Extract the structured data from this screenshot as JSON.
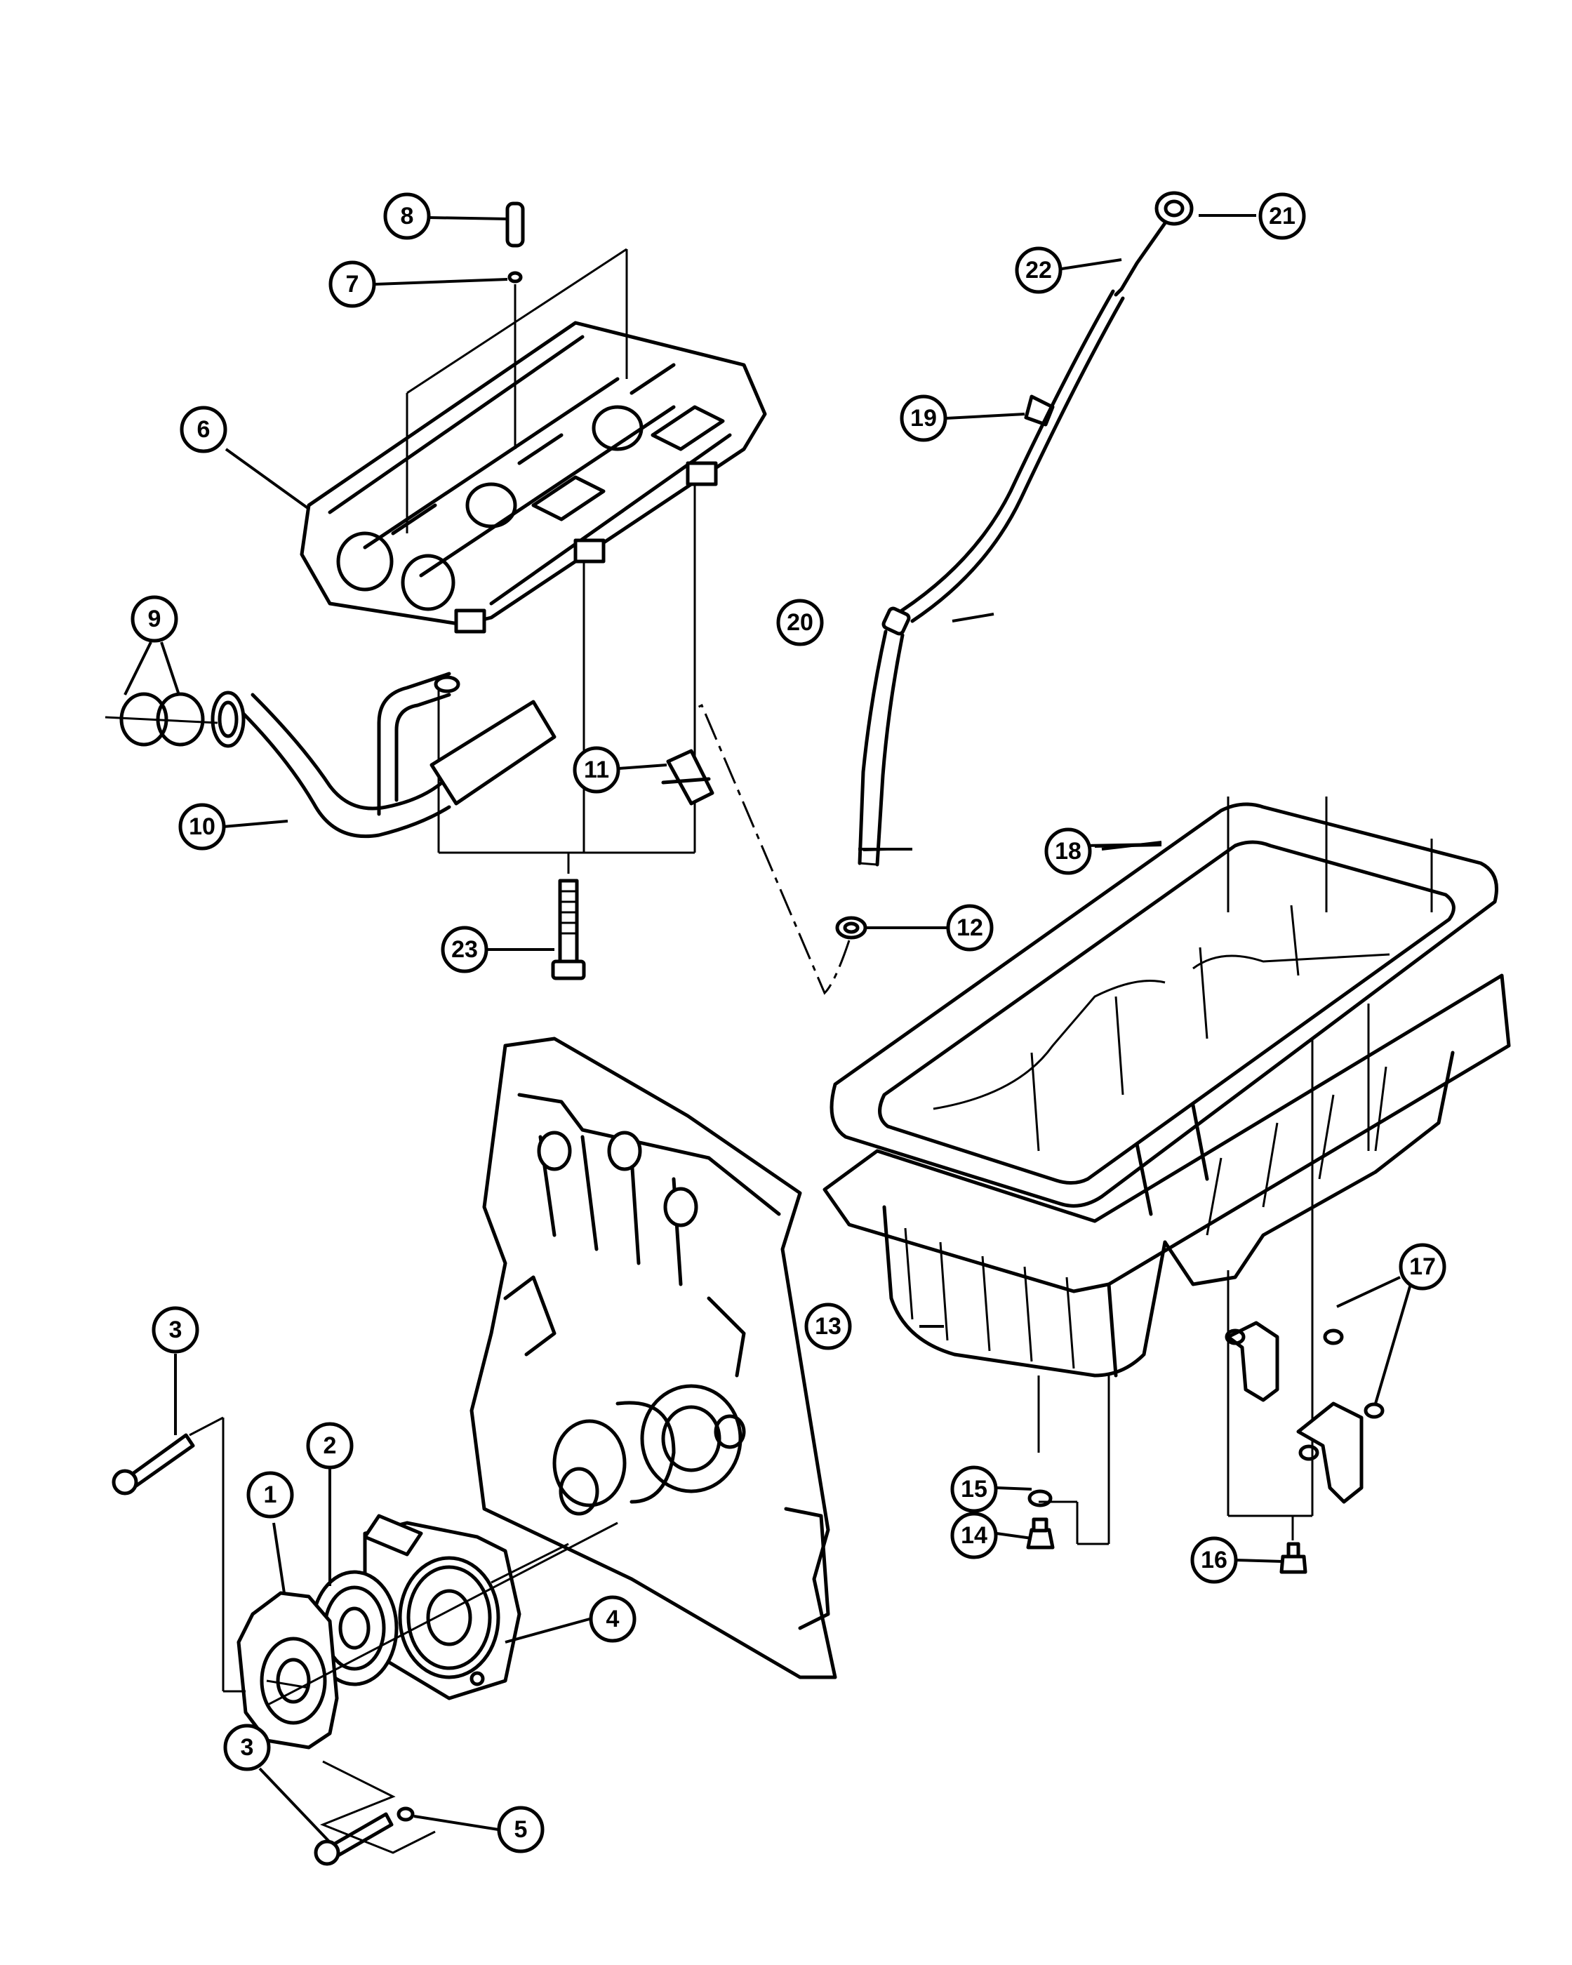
{
  "diagram": {
    "callouts": [
      {
        "id": "1",
        "label": "1"
      },
      {
        "id": "2",
        "label": "2"
      },
      {
        "id": "3a",
        "label": "3"
      },
      {
        "id": "3b",
        "label": "3"
      },
      {
        "id": "4",
        "label": "4"
      },
      {
        "id": "5",
        "label": "5"
      },
      {
        "id": "6",
        "label": "6"
      },
      {
        "id": "7",
        "label": "7"
      },
      {
        "id": "8",
        "label": "8"
      },
      {
        "id": "9",
        "label": "9"
      },
      {
        "id": "10",
        "label": "10"
      },
      {
        "id": "11",
        "label": "11"
      },
      {
        "id": "12",
        "label": "12"
      },
      {
        "id": "13",
        "label": "13"
      },
      {
        "id": "14",
        "label": "14"
      },
      {
        "id": "15",
        "label": "15"
      },
      {
        "id": "16",
        "label": "16"
      },
      {
        "id": "17",
        "label": "17"
      },
      {
        "id": "18",
        "label": "18"
      },
      {
        "id": "19",
        "label": "19"
      },
      {
        "id": "20",
        "label": "20"
      },
      {
        "id": "21",
        "label": "21"
      },
      {
        "id": "22",
        "label": "22"
      },
      {
        "id": "23",
        "label": "23"
      }
    ]
  }
}
